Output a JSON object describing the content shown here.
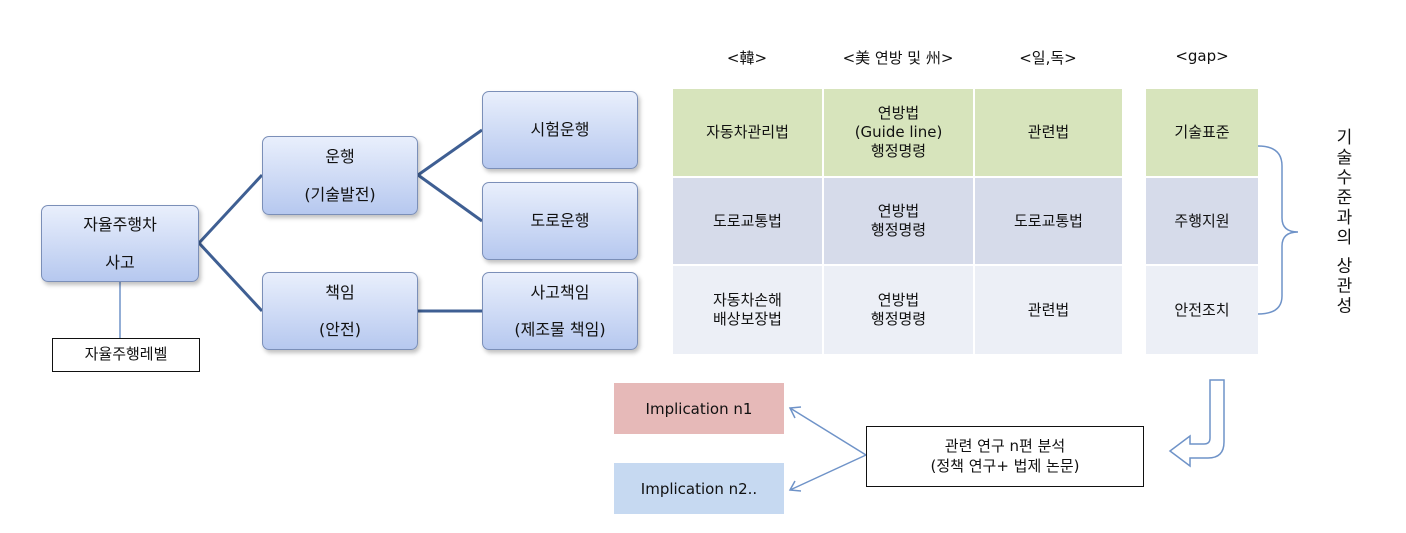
{
  "tree": {
    "root": {
      "line1": "자율주행차",
      "line2": "사고"
    },
    "level_box": "자율주행레벨",
    "operation": {
      "line1": "운행",
      "line2": "(기술발전)"
    },
    "liability": {
      "line1": "책임",
      "line2": "(안전)"
    },
    "test_drive": "시험운행",
    "road_drive": "도로운행",
    "accident_liability": {
      "line1": "사고책임",
      "line2": "(제조물 책임)"
    }
  },
  "table": {
    "headers": {
      "kr": "<韓>",
      "us": "<美 연방 및 州>",
      "jp_de": "<일,독>",
      "gap": "<gap>"
    },
    "rows": [
      {
        "kr": [
          "자동차관리법"
        ],
        "us": [
          "연방법",
          "(Guide line)",
          "행정명령"
        ],
        "jp_de": [
          "관련법"
        ],
        "gap": [
          "기술표준"
        ]
      },
      {
        "kr": [
          "도로교통법"
        ],
        "us": [
          "연방법",
          "행정명령"
        ],
        "jp_de": [
          "도로교통법"
        ],
        "gap": [
          "주행지원"
        ]
      },
      {
        "kr": [
          "자동차손해",
          "배상보장법"
        ],
        "us": [
          "연방법",
          "행정명령"
        ],
        "jp_de": [
          "관련법"
        ],
        "gap": [
          "안전조치"
        ]
      }
    ]
  },
  "correlation_label": "기술수준과의 상관성",
  "analysis": {
    "line1": "관련 연구 n편 분석",
    "line2": "(정책 연구+ 법제 논문)"
  },
  "implications": [
    "Implication  n1",
    "Implication  n2.."
  ],
  "colors": {
    "connector": "#3f5f93",
    "green_row": "#d7e4bc",
    "blue_row": "#d6dbea",
    "light_row": "#eceff6",
    "impl1": "#e6b9b8",
    "impl2": "#c6d9f1",
    "arrow": "#6f93c8"
  }
}
